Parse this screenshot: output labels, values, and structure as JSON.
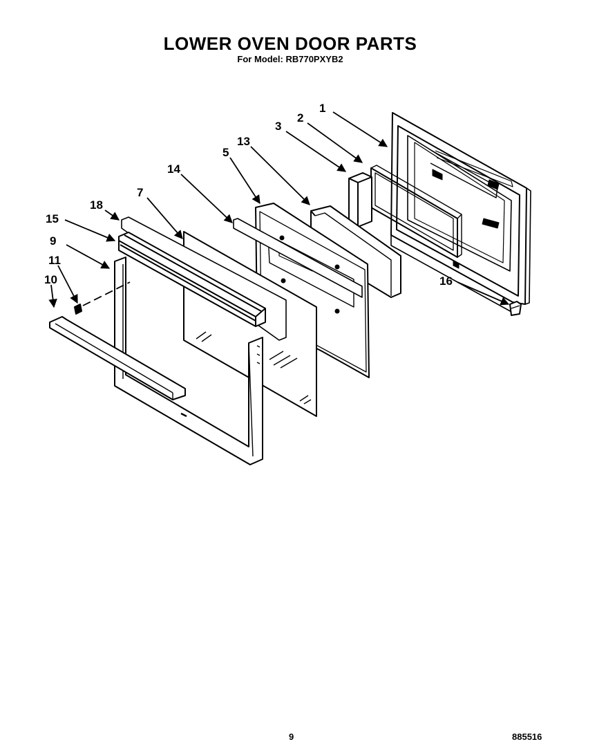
{
  "header": {
    "title": "LOWER OVEN DOOR PARTS",
    "subtitle": "For Model: RB770PXYB2"
  },
  "callouts": [
    "1",
    "2",
    "3",
    "13",
    "5",
    "14",
    "7",
    "18",
    "15",
    "9",
    "11",
    "10",
    "16"
  ],
  "footer": {
    "page_number": "9",
    "document_number": "885516"
  }
}
